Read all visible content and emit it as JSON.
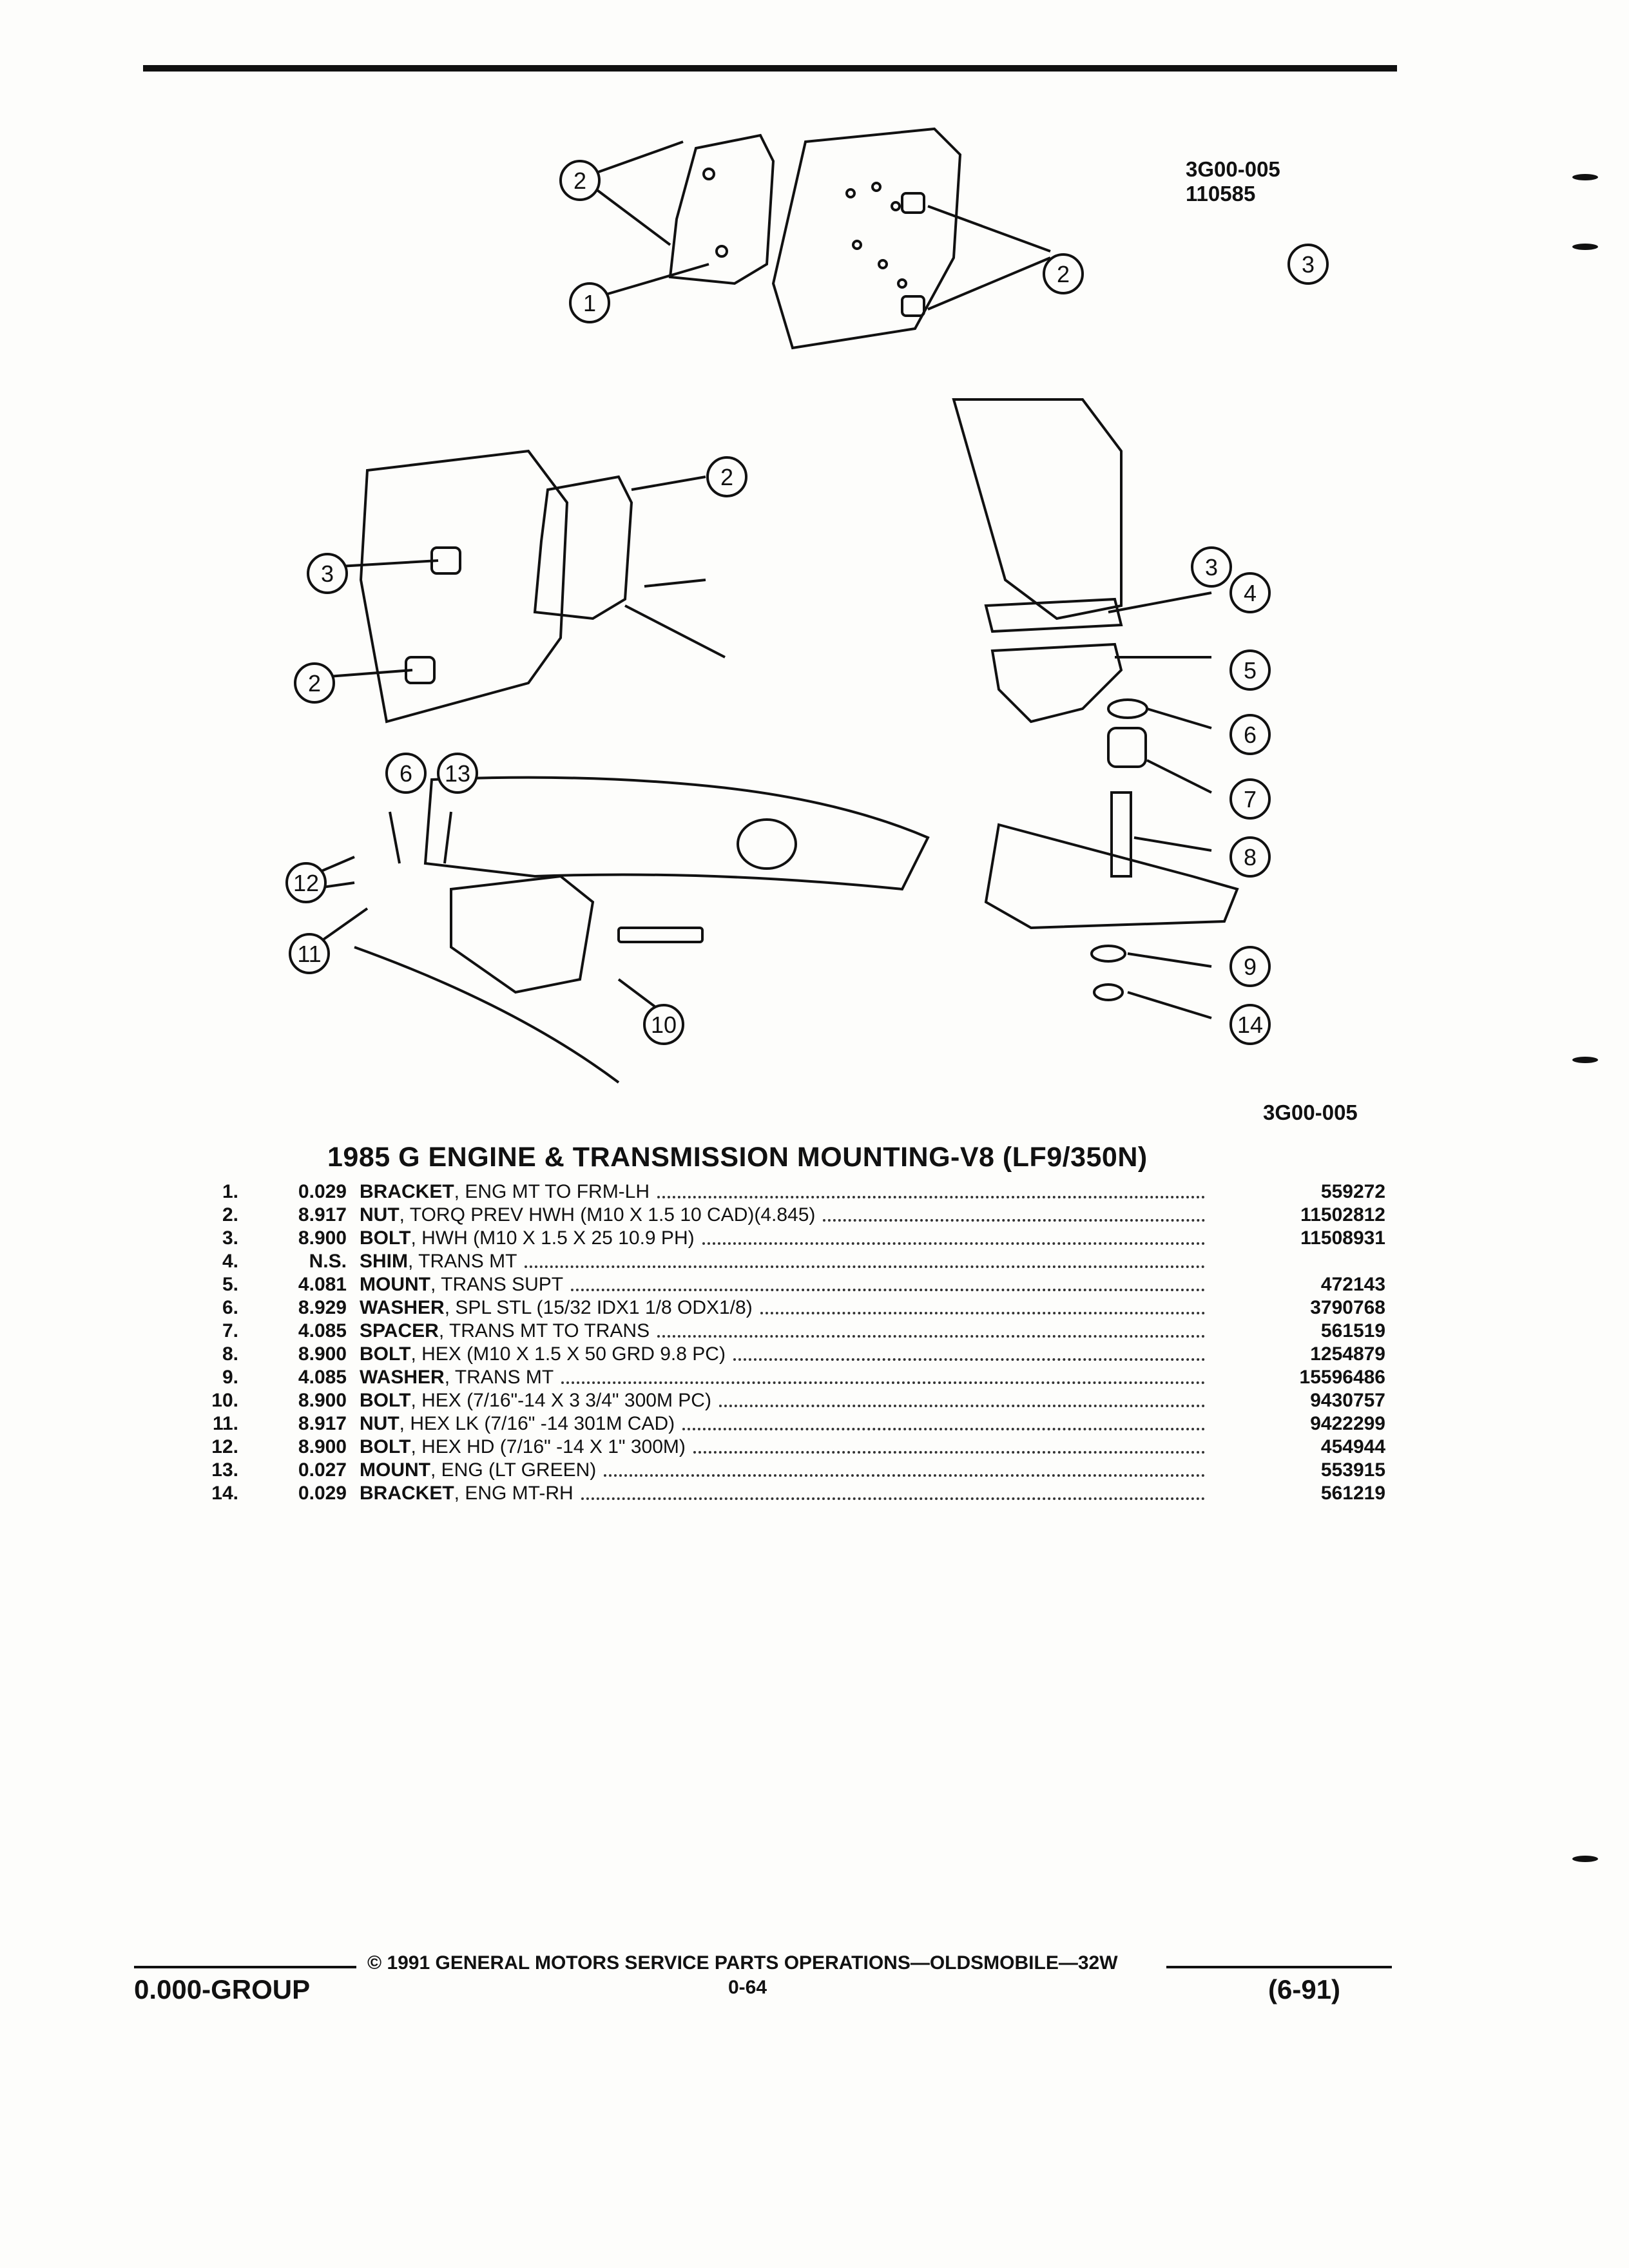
{
  "figure_ref_top": [
    "3G00-005",
    "110585"
  ],
  "figure_ref_bottom": "3G00-005",
  "title": "1985 G ENGINE & TRANSMISSION MOUNTING-V8 (LF9/350N)",
  "callouts": [
    "1",
    "2",
    "2",
    "2",
    "2",
    "3",
    "3",
    "3",
    "4",
    "5",
    "6",
    "6",
    "7",
    "8",
    "9",
    "10",
    "11",
    "12",
    "13",
    "14"
  ],
  "parts": [
    {
      "idx": "1.",
      "code": "0.029",
      "name": "BRACKET",
      "detail": ", ENG MT TO FRM-LH",
      "pn": "559272"
    },
    {
      "idx": "2.",
      "code": "8.917",
      "name": "NUT",
      "detail": ", TORQ PREV HWH (M10 X 1.5 10 CAD)(4.845)",
      "pn": "11502812"
    },
    {
      "idx": "3.",
      "code": "8.900",
      "name": "BOLT",
      "detail": ", HWH (M10 X 1.5 X 25 10.9 PH)",
      "pn": "11508931"
    },
    {
      "idx": "4.",
      "code": "N.S.",
      "name": "SHIM",
      "detail": ", TRANS MT",
      "pn": ""
    },
    {
      "idx": "5.",
      "code": "4.081",
      "name": "MOUNT",
      "detail": ", TRANS SUPT",
      "pn": "472143"
    },
    {
      "idx": "6.",
      "code": "8.929",
      "name": "WASHER",
      "detail": ", SPL STL (15/32 IDX1 1/8 ODX1/8)",
      "pn": "3790768"
    },
    {
      "idx": "7.",
      "code": "4.085",
      "name": "SPACER",
      "detail": ", TRANS MT TO TRANS",
      "pn": "561519"
    },
    {
      "idx": "8.",
      "code": "8.900",
      "name": "BOLT",
      "detail": ", HEX (M10 X 1.5 X 50 GRD 9.8 PC)",
      "pn": "1254879"
    },
    {
      "idx": "9.",
      "code": "4.085",
      "name": "WASHER",
      "detail": ", TRANS MT",
      "pn": "15596486"
    },
    {
      "idx": "10.",
      "code": "8.900",
      "name": "BOLT",
      "detail": ", HEX (7/16\"-14 X 3 3/4\" 300M PC)",
      "pn": "9430757"
    },
    {
      "idx": "11.",
      "code": "8.917",
      "name": "NUT",
      "detail": ", HEX LK (7/16\" -14 301M CAD)",
      "pn": "9422299"
    },
    {
      "idx": "12.",
      "code": "8.900",
      "name": "BOLT",
      "detail": ", HEX HD (7/16\" -14 X 1\" 300M)",
      "pn": "454944"
    },
    {
      "idx": "13.",
      "code": "0.027",
      "name": "MOUNT",
      "detail": ", ENG (LT GREEN)",
      "pn": "553915"
    },
    {
      "idx": "14.",
      "code": "0.029",
      "name": "BRACKET",
      "detail": ", ENG MT-RH",
      "pn": "561219"
    }
  ],
  "footer": {
    "copyright": "© 1991 GENERAL MOTORS SERVICE PARTS OPERATIONS—OLDSMOBILE—32W",
    "group": "0.000-GROUP",
    "page": "0-64",
    "date": "(6-91)"
  }
}
